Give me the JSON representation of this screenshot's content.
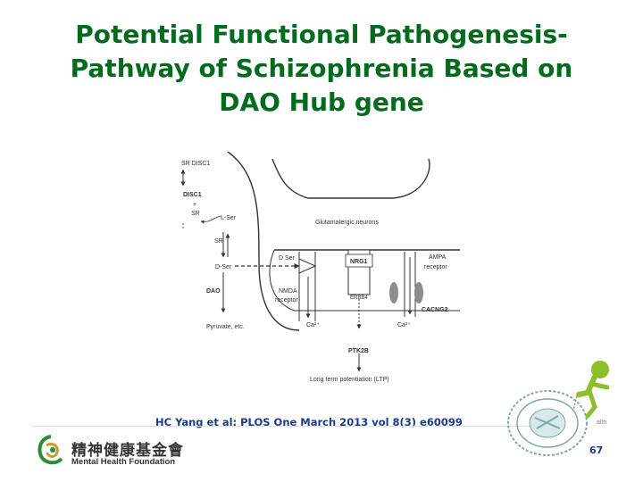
{
  "slide": {
    "title_lines": [
      "Potential Functional Pathogenesis-",
      "Pathway of Schizophrenia Based on",
      "DAO Hub gene"
    ],
    "citation": "HC Yang et al: PLOS One March 2013 vol 8(3)  e60099",
    "page_number": "67",
    "footer_logo": {
      "chinese_name": "精神健康基金會",
      "english_name": "Mental Health Foundation"
    },
    "health_fragment": "alth"
  },
  "diagram": {
    "labels": {
      "sr_disc1": "SR DISC1",
      "disc1": "DISC1",
      "plus": "+",
      "sr_top": "SR",
      "l_ser": "L-Ser",
      "sr_mid": "SR",
      "d_ser_left": "D-Ser",
      "dao": "DAO",
      "pyruvate": "Pyruvate, etc.",
      "glutamatergic": "Glutamatergic neurons",
      "d_ser_right": "D Ser",
      "nrg1": "NRG1",
      "ampa": "AMPA",
      "receptor_ampa": "receptor",
      "nmda": "NMDA",
      "receptor_nmda": "receptor",
      "erbb4": "ERBB4",
      "cacng2": "CACNG2",
      "ca_left": "Ca²⁺",
      "ca_right": "Ca²⁺",
      "ptk2b": "PTK2B",
      "ltp": "Long term potentiation (LTP)"
    }
  },
  "colors": {
    "title": "#006b1f",
    "citation": "#1c3a8a",
    "diagram_stroke": "#333333",
    "receptor_fill": "#8c8c8c",
    "mascot": "#8cbf2a"
  },
  "icons": [
    "foundation-logo-icon",
    "seal-stamp-icon",
    "mascot-figure-icon"
  ]
}
